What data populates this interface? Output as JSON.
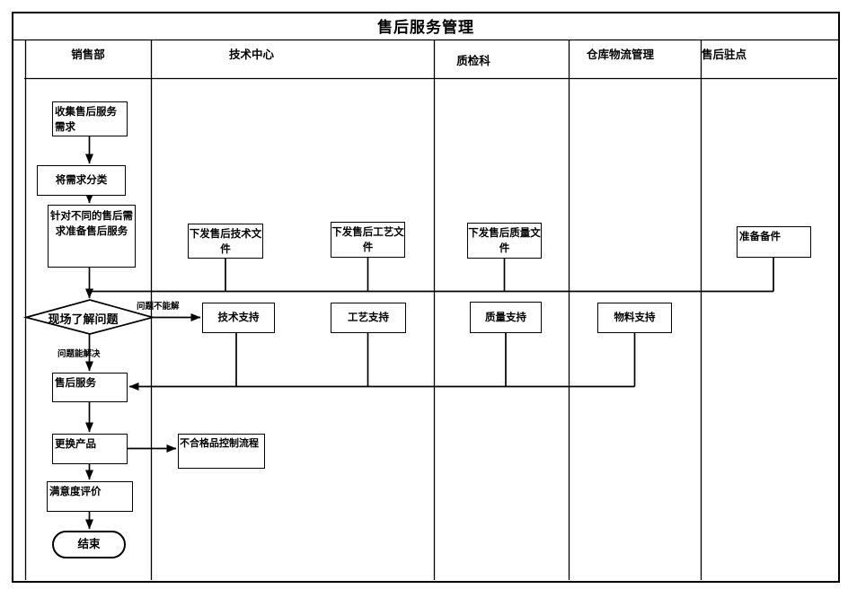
{
  "title": "售后服务管理",
  "lanes": [
    {
      "label": "销售部"
    },
    {
      "label": "技术中心"
    },
    {
      "label": "质检科"
    },
    {
      "label": "仓库物流管理"
    },
    {
      "label": "售后驻点"
    }
  ],
  "nodes": {
    "collect": {
      "label": "收集售后服务需求",
      "type": "process"
    },
    "classify": {
      "label": "将需求分类",
      "type": "process"
    },
    "prepare": {
      "label": "针对不同的售后需求准备售后服务",
      "type": "process"
    },
    "doc_tech": {
      "label": "下发售后技术文件",
      "type": "process"
    },
    "doc_process": {
      "label": "下发售后工艺文件",
      "type": "process"
    },
    "doc_quality": {
      "label": "下发售后质量文件",
      "type": "process"
    },
    "spare": {
      "label": "准备备件",
      "type": "process"
    },
    "decision": {
      "label": "现场了解问题",
      "type": "decision"
    },
    "support_tech": {
      "label": "技术支持",
      "type": "process"
    },
    "support_process": {
      "label": "工艺支持",
      "type": "process"
    },
    "support_quality": {
      "label": "质量支持",
      "type": "process"
    },
    "support_material": {
      "label": "物料支持",
      "type": "process"
    },
    "service": {
      "label": "售后服务",
      "type": "process"
    },
    "replace": {
      "label": "更换产品",
      "type": "process"
    },
    "nonconform": {
      "label": "不合格品控制流程",
      "type": "process"
    },
    "satisfaction": {
      "label": "满意度评价",
      "type": "process"
    },
    "end": {
      "label": "结束",
      "type": "terminator"
    }
  },
  "edge_labels": {
    "cannot_solve": "问题不能解",
    "can_solve": "问题能解决"
  },
  "colors": {
    "line": "#000000",
    "background": "#ffffff",
    "text": "#000000"
  }
}
